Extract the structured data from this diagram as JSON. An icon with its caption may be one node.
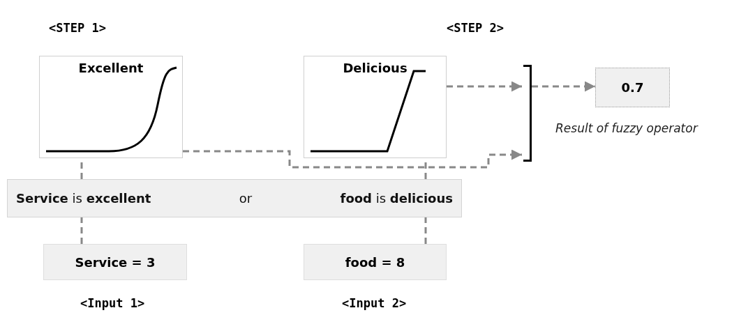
{
  "diagram": {
    "nodes": [
      {
        "text": [
          "Excellent"
        ]
      },
      {
        "text": [
          "Delicious"
        ]
      },
      {
        "text": [
          "**Service** is **excellent**",
          "or",
          "**food** is **delicious**"
        ]
      },
      {
        "text": [
          "Service = 3"
        ]
      },
      {
        "text": [
          "food = 8"
        ]
      },
      {
        "text": [],
        "shape": "bracket"
      },
      {
        "text": [
          "0.7"
        ],
        "beside": [
          "Result of fuzzy operator"
        ]
      }
    ],
    "edges": [
      {
        "from": 3,
        "to": 2,
        "arrow": "none",
        "style": "dashed"
      },
      {
        "from": 2,
        "to": 0,
        "arrow": "none",
        "style": "dashed"
      },
      {
        "from": 4,
        "to": 2,
        "arrow": "none",
        "style": "dashed"
      },
      {
        "from": 2,
        "to": 1,
        "arrow": "none",
        "style": "dashed"
      },
      {
        "from": 0,
        "to": 5,
        "arrow": "to",
        "style": "dashed"
      },
      {
        "from": 1,
        "to": 5,
        "arrow": "to",
        "style": "dashed"
      },
      {
        "from": 5,
        "to": 6,
        "arrow": "to",
        "style": "dashed"
      }
    ],
    "labels": [
      "<STEP 1>",
      "<STEP 2>",
      "<Input 1>",
      "<Input 2>"
    ]
  }
}
